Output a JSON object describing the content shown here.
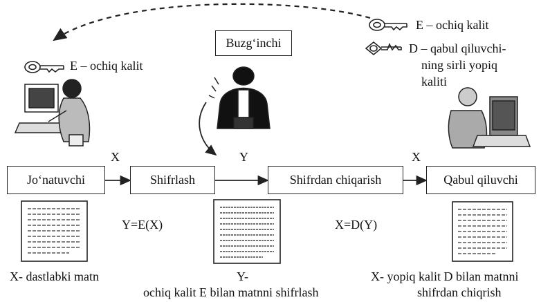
{
  "legend": {
    "public_key_top": "E – ochiq kalit",
    "private_key_line1": "D – qabul qiluvchi-",
    "private_key_line2": "ning sirli yopiq",
    "private_key_line3": "kaliti"
  },
  "sender_key_label": "E – ochiq kalit",
  "attacker_label": "Buzg‘inchi",
  "flow": {
    "sender": "Jo‘natuvchi",
    "encrypt": "Shifrlash",
    "decrypt": "Shifrdan chiqarish",
    "receiver": "Qabul qiluvchi"
  },
  "arrow_labels": {
    "x1": "X",
    "y": "Y",
    "x2": "X"
  },
  "formulas": {
    "encrypt": "Y=E(X)",
    "decrypt": "X=D(Y)"
  },
  "captions": {
    "plaintext": "X- dastlabki matn",
    "ciphertext_line1": "Y-",
    "ciphertext_line2": "ochiq kalit E bilan matnni shifrlash",
    "decrypted_line1": "X- yopiq kalit D bilan matnni",
    "decrypted_line2": "shifrdan chiqrish"
  },
  "colors": {
    "ink": "#222222",
    "paper_line": "#555555"
  }
}
